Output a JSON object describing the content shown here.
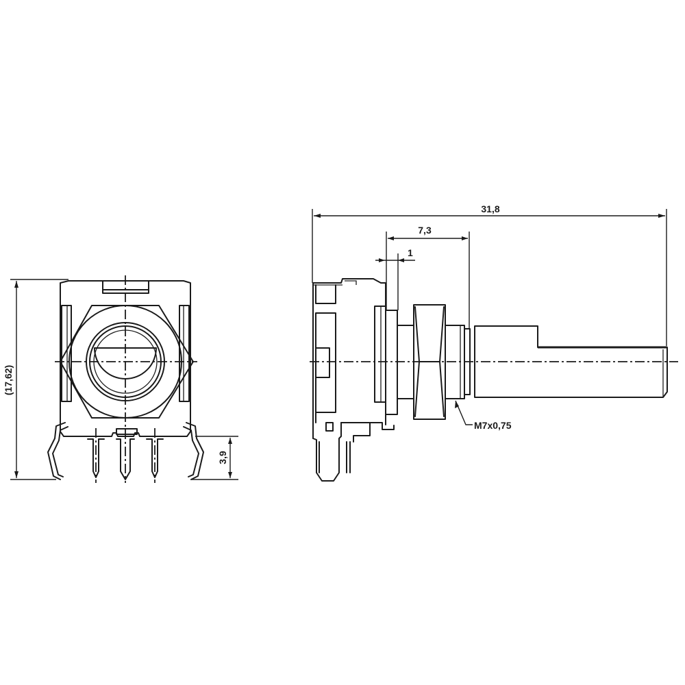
{
  "drawing": {
    "type": "mechanical-dimension-drawing",
    "colors": {
      "line": "#1a1a1a",
      "background": "#ffffff"
    },
    "front_view": {
      "dim_height_label": "(17,62)",
      "dim_pin_length_label": "3,9"
    },
    "side_view": {
      "dim_overall_length_label": "31,8",
      "dim_thread_length_label": "7,3",
      "dim_flange_label": "1",
      "thread_callout_label": "M7x0,75"
    }
  }
}
